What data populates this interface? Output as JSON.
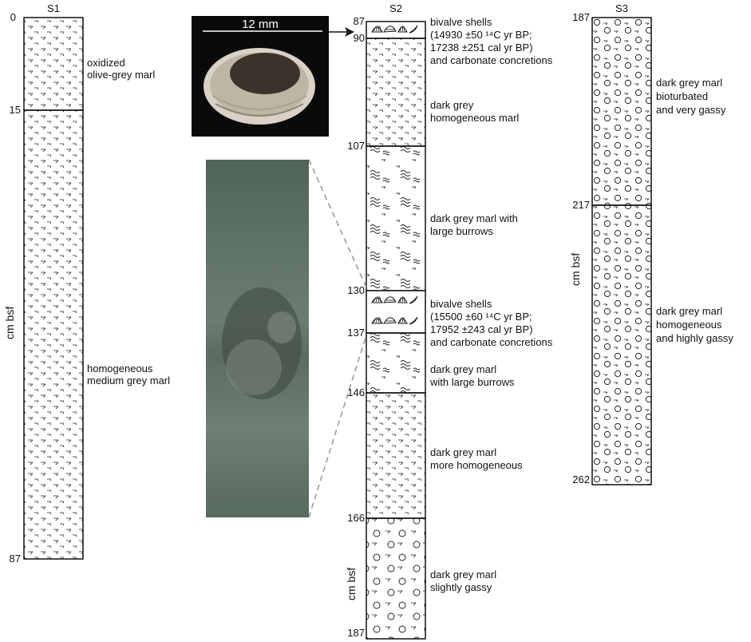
{
  "sections": [
    {
      "id": "S1",
      "depth_unit": "cm bsf",
      "boundaries": [
        "0",
        "15",
        "87"
      ],
      "units": [
        {
          "label_lines": [
            "oxidized",
            "olive-grey marl"
          ]
        },
        {
          "label_lines": [
            "homogeneous",
            "medium grey marl"
          ]
        }
      ]
    },
    {
      "id": "S2",
      "depth_unit": "cm bsf",
      "boundaries": [
        "87",
        "90",
        "107",
        "130",
        "137",
        "146",
        "166",
        "187"
      ],
      "units": [
        {
          "label_lines": [
            "bivalve shells",
            "(14930 ±50 ¹⁴C yr BP;",
            "17238 ±251 cal yr BP)",
            "and carbonate concretions"
          ]
        },
        {
          "label_lines": [
            "dark grey",
            "homogeneous marl"
          ]
        },
        {
          "label_lines": [
            "dark grey marl with",
            "large burrows"
          ]
        },
        {
          "label_lines": [
            "bivalve shells",
            "(15500 ±60 ¹⁴C yr BP;",
            "17952 ±243 cal yr BP)",
            "and carbonate concretions"
          ]
        },
        {
          "label_lines": [
            "dark grey marl",
            "with large burrows"
          ]
        },
        {
          "label_lines": [
            "dark grey marl",
            "more homogeneous"
          ]
        },
        {
          "label_lines": [
            "dark grey marl",
            "slightly gassy"
          ]
        }
      ]
    },
    {
      "id": "S3",
      "depth_unit": "cm bsf",
      "boundaries": [
        "187",
        "217",
        "262"
      ],
      "units": [
        {
          "label_lines": [
            "dark grey marl",
            "bioturbated",
            "and very gassy"
          ]
        },
        {
          "label_lines": [
            "dark grey marl",
            "homogeneous",
            "and highly gassy"
          ]
        }
      ]
    }
  ],
  "shell_photo": {
    "scale_label": "12 mm"
  },
  "colors": {
    "core_photo": "#5b6e62",
    "shell_photo_bg": "#0a0a0a",
    "zoom_lines": "#9a9a9a"
  }
}
